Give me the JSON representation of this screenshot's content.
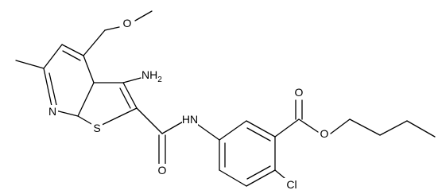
{
  "molecule": {
    "atoms": {
      "methoxy_o": "O",
      "amino": "NH",
      "amino_sub": "2",
      "pyridine_n": "N",
      "thiophene_s": "S",
      "amide_nh": "HN",
      "amide_o": "O",
      "ester_carbonyl_o": "O",
      "ester_o": "O",
      "chloro": "Cl"
    }
  }
}
